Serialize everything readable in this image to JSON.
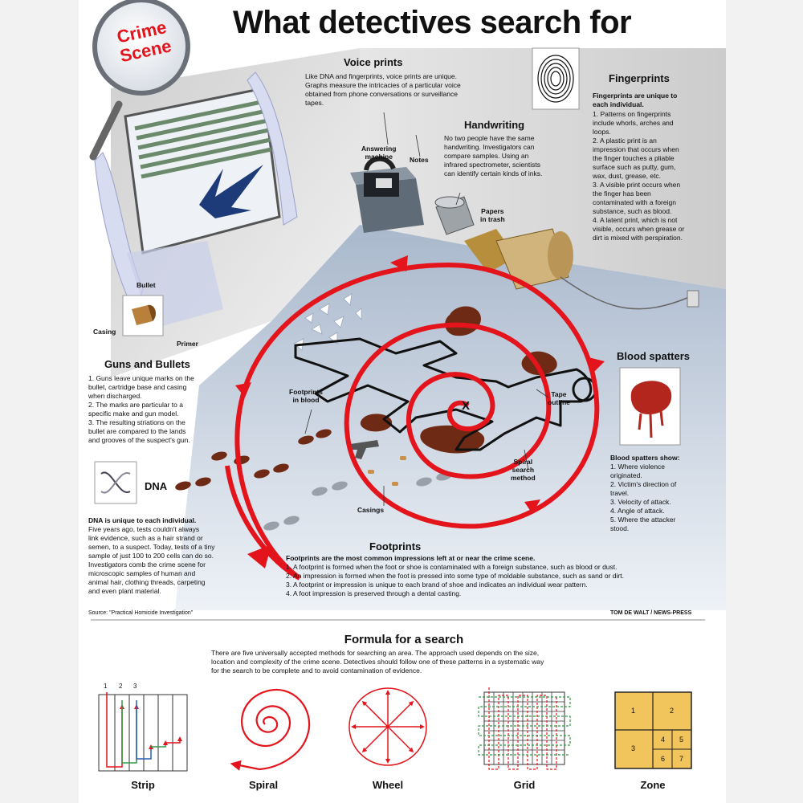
{
  "title": "What detectives search for",
  "badge": {
    "line1": "Crime",
    "line2": "Scene"
  },
  "voice_prints": {
    "title": "Voice prints",
    "text": "Like DNA and fingerprints, voice prints are unique.\nGraphs measure the intricacies of a particular voice\nobtained from phone conversations or surveillance\ntapes."
  },
  "handwriting": {
    "title": "Handwriting",
    "text": "No two people have the same\nhandwriting. Investigators can\ncompare samples. Using an\ninfrared spectrometer, scientists\ncan identify certain kinds of inks."
  },
  "fingerprints": {
    "title": "Fingerprints",
    "lead": "Fingerprints are unique to\neach individual.",
    "text": "1. Patterns on fingerprints\ninclude whorls, arches and\nloops.\n2. A plastic print is an\nimpression that occurs when\nthe finger touches a pliable\nsurface such as putty, gum,\nwax, dust, grease, etc.\n3. A visible print occurs when\nthe finger has been\ncontaminated with a foreign\nsubstance, such as blood.\n4. A latent print, which is not\nvisible, occurs when grease or\ndirt is mixed with perspiration."
  },
  "guns": {
    "title": "Guns and Bullets",
    "text": "1. Guns leave unique marks on the\nbullet, cartridge base and casing\nwhen discharged.\n2. The marks are particular to a\nspecific make and gun model.\n3. The resulting striations on the\nbullet are compared to the lands\nand grooves of the suspect's gun."
  },
  "bullet_labels": {
    "bullet": "Bullet",
    "casing": "Casing",
    "primer": "Primer"
  },
  "dna": {
    "title": "DNA",
    "lead": "DNA is unique to each individual.",
    "text": "Five years ago, tests couldn't always\nlink evidence, such as a hair strand or\nsemen, to a suspect. Today, tests of a tiny\nsample of just 100 to 200 cells can do so.\nInvestigators comb the crime scene for\nmicroscopic samples of human and\nanimal hair, clothing threads, carpeting\nand even plant material."
  },
  "blood": {
    "title": "Blood spatters",
    "lead": "Blood spatters show:",
    "text": "1. Where violence\noriginated.\n2. Victim's direction of\ntravel.\n3. Velocity of attack.\n4. Angle of attack.\n5. Where the attacker\nstood."
  },
  "footprints": {
    "title": "Footprints",
    "lead": "Footprints are the most common impressions left at or near the crime scene.",
    "text": "1. A footprint is formed when the foot or shoe is contaminated with a foreign substance, such as blood or dust.\n2. An impression is formed when the foot is pressed into some type of moldable substance, such as sand or dirt.\n3. A footprint or impression is unique to each brand of shoe and indicates an individual wear pattern.\n4. A foot impression is preserved through a dental casting."
  },
  "scene_labels": {
    "answering": "Answering\nmachine",
    "notes": "Notes",
    "papers": "Papers\nin trash",
    "footprints_blood": "Footprints\nin blood",
    "tape": "Tape\noutline",
    "x": "X",
    "spiral": "Spiral\nsearch\nmethod",
    "casings": "Casings"
  },
  "source": "Source: \"Practical Homicide Investigation\"",
  "credit": "TOM DE WALT / NEWS-PRESS",
  "formula": {
    "title": "Formula for a search",
    "text": "There are five universally accepted methods for searching an area. The approach used depends on the size,\nlocation and complexity of the crime scene. Detectives should follow one of these patterns in a systematic way\nfor the search to be complete and to avoid contamination of evidence."
  },
  "methods": [
    {
      "label": "Strip"
    },
    {
      "label": "Spiral"
    },
    {
      "label": "Wheel"
    },
    {
      "label": "Grid"
    },
    {
      "label": "Zone"
    }
  ],
  "strip_numbers": [
    "1",
    "2",
    "3"
  ],
  "zone_numbers": [
    "1",
    "2",
    "3",
    "4",
    "5",
    "6",
    "7"
  ],
  "colors": {
    "red": "#e3141b",
    "floor": "#b9c6d6",
    "wall": "#d9d9d9",
    "zone": "#f2c45c",
    "green": "#2e9a46",
    "blue": "#2a5fb0"
  }
}
